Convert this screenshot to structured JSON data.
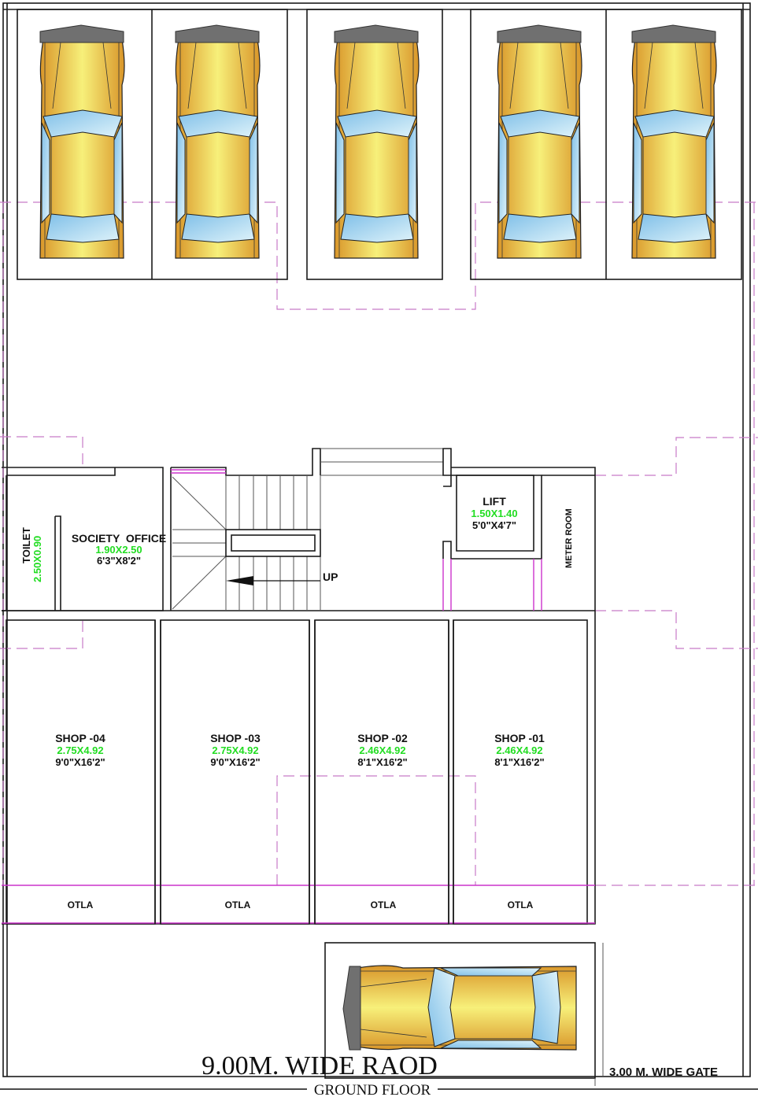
{
  "drawing": {
    "title": "9.00M. WIDE RAOD",
    "subtitle": "GROUND FLOOR",
    "gate_label": "3.00 M. WIDE GATE"
  },
  "rooms": {
    "toilet": {
      "name": "TOILET",
      "metric": "2.50X0.90"
    },
    "society_office": {
      "name": "SOCIETY  OFFICE",
      "metric": "1.90X2.50",
      "imperial": "6'3\"X8'2\""
    },
    "lift": {
      "name": "LIFT",
      "metric": "1.50X1.40",
      "imperial": "5'0\"X4'7\""
    },
    "meter_room": {
      "name": "METER ROOM"
    },
    "staircase": {
      "direction_label": "UP"
    }
  },
  "shops": [
    {
      "name": "SHOP -04",
      "metric": "2.75X4.92",
      "imperial": "9'0\"X16'2\"",
      "otla": "OTLA"
    },
    {
      "name": "SHOP -03",
      "metric": "2.75X4.92",
      "imperial": "9'0\"X16'2\"",
      "otla": "OTLA"
    },
    {
      "name": "SHOP -02",
      "metric": "2.46X4.92",
      "imperial": "8'1\"X16'2\"",
      "otla": "OTLA"
    },
    {
      "name": "SHOP -01",
      "metric": "2.46X4.92",
      "imperial": "8'1\"X16'2\"",
      "otla": "OTLA"
    }
  ],
  "parking": {
    "top_slots": 5,
    "bottom_slots": 1,
    "car_icon": "car-top-view-icon"
  },
  "colors": {
    "wall": "#1a1a1a",
    "metric_text": "#22dd22",
    "setback_line": "#c87ac8",
    "otla_line": "#cc33cc",
    "car_body": "#f0c030",
    "car_glass": "#a8d8f0",
    "car_bumper": "#777777"
  }
}
